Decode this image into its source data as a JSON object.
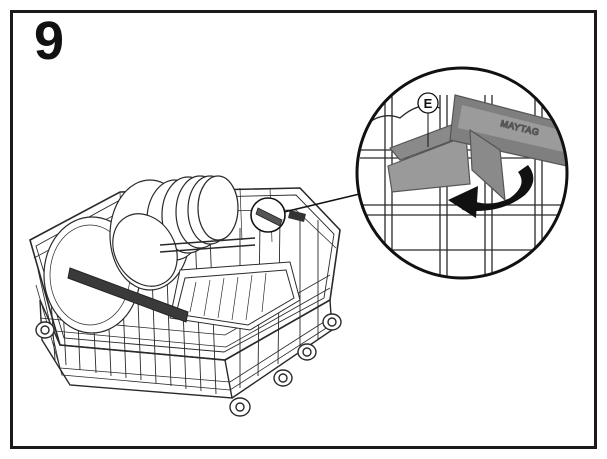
{
  "step": {
    "number": "9"
  },
  "callout": {
    "label": "E",
    "brand_text": "MAYTAG"
  },
  "colors": {
    "stroke": "#2a2a2a",
    "rail": "#3a3a3a",
    "part": "#8a8a8a",
    "arrow": "#111111",
    "background": "#ffffff"
  },
  "icons": {
    "rotate_arrow": "curved-arrow-icon"
  }
}
